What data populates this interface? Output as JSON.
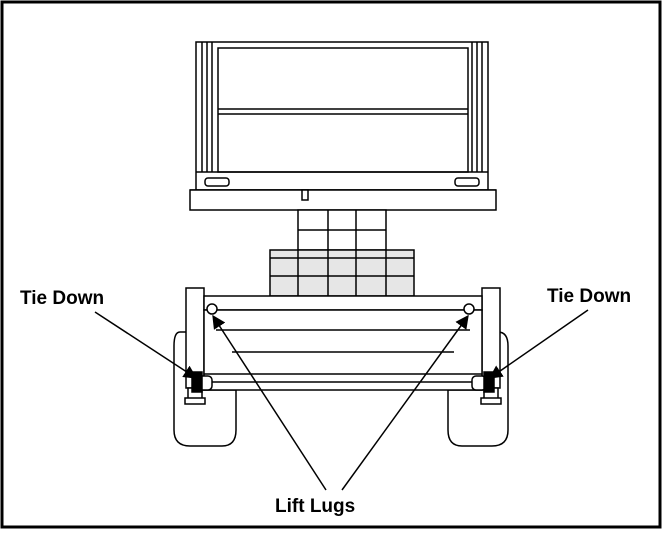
{
  "figure": {
    "subject": "scissor lift viewed from the end, showing tie down and lift lug points",
    "labels": {
      "tie_down_left": "Tie Down",
      "tie_down_right": "Tie Down",
      "lift_lugs": "Lift Lugs"
    },
    "colors": {
      "line": "#000000",
      "fill_light": "#e6e6e6",
      "background": "#ffffff"
    }
  }
}
